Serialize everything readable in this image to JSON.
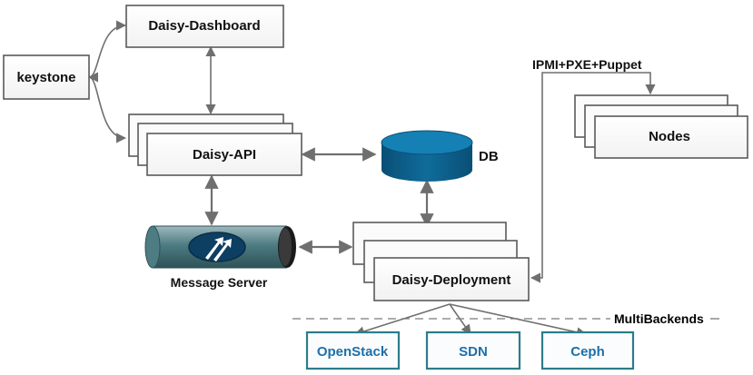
{
  "nodes": {
    "dashboard": "Daisy-Dashboard",
    "keystone": "keystone",
    "api": "Daisy-API",
    "db": "DB",
    "message_server": "Message Server",
    "deployment": "Daisy-Deployment",
    "nodes": "Nodes",
    "ipmi": "IPMI+PXE+Puppet",
    "multibackends": "MultiBackends"
  },
  "backends": [
    "OpenStack",
    "SDN",
    "Ceph"
  ],
  "colors": {
    "box_border": "#5a5a5a",
    "line": "#6f6f6f",
    "db": "#0d6593",
    "pipe": "#3f6f78",
    "backend_text": "#1d6fa8",
    "backend_border": "#2c7c8a"
  }
}
